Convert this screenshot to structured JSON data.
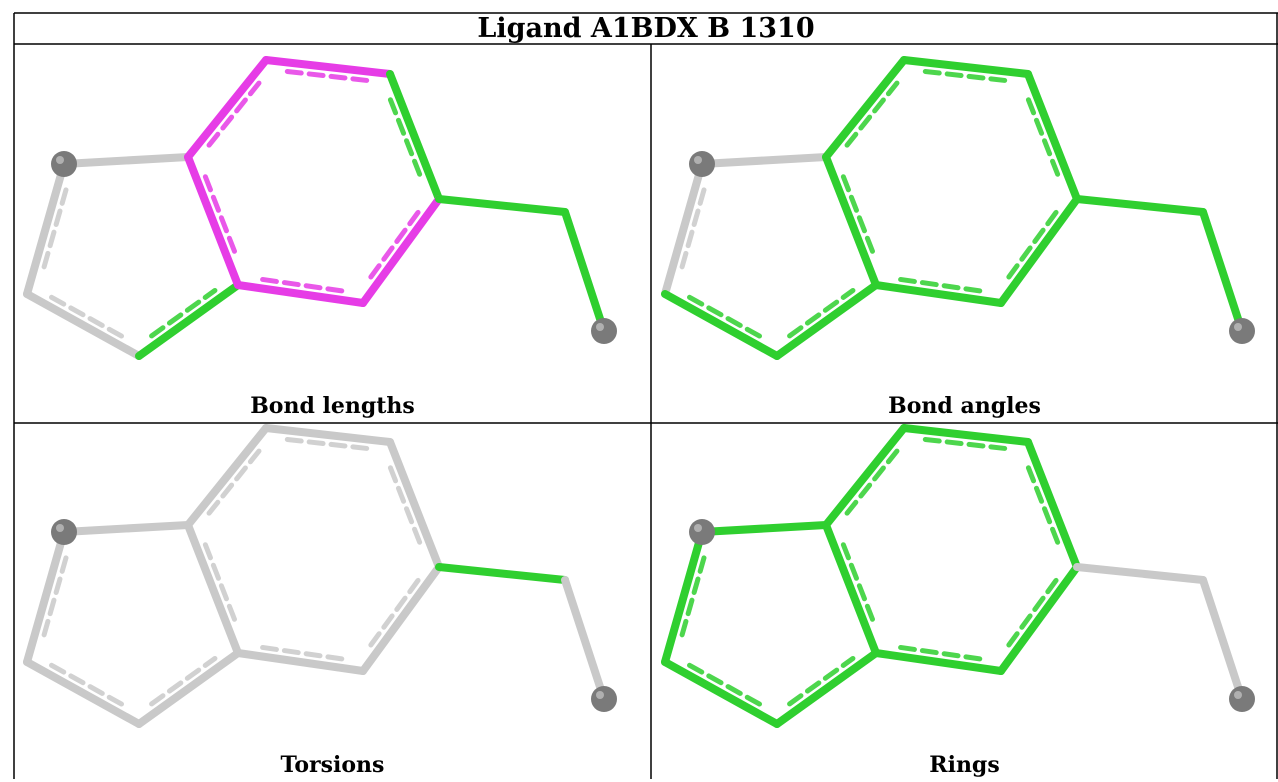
{
  "title": "Ligand A1BDX B 1310",
  "panels": [
    {
      "id": "bond-lengths",
      "label": "Bond lengths"
    },
    {
      "id": "bond-angles",
      "label": "Bond angles"
    },
    {
      "id": "torsions",
      "label": "Torsions"
    },
    {
      "id": "rings",
      "label": "Rings"
    }
  ],
  "colors": {
    "grey": "#c9c9c9",
    "green": "#2fcf2f",
    "magenta": "#e63ce6",
    "atom": "#7a7a7a",
    "border": "#000000"
  }
}
